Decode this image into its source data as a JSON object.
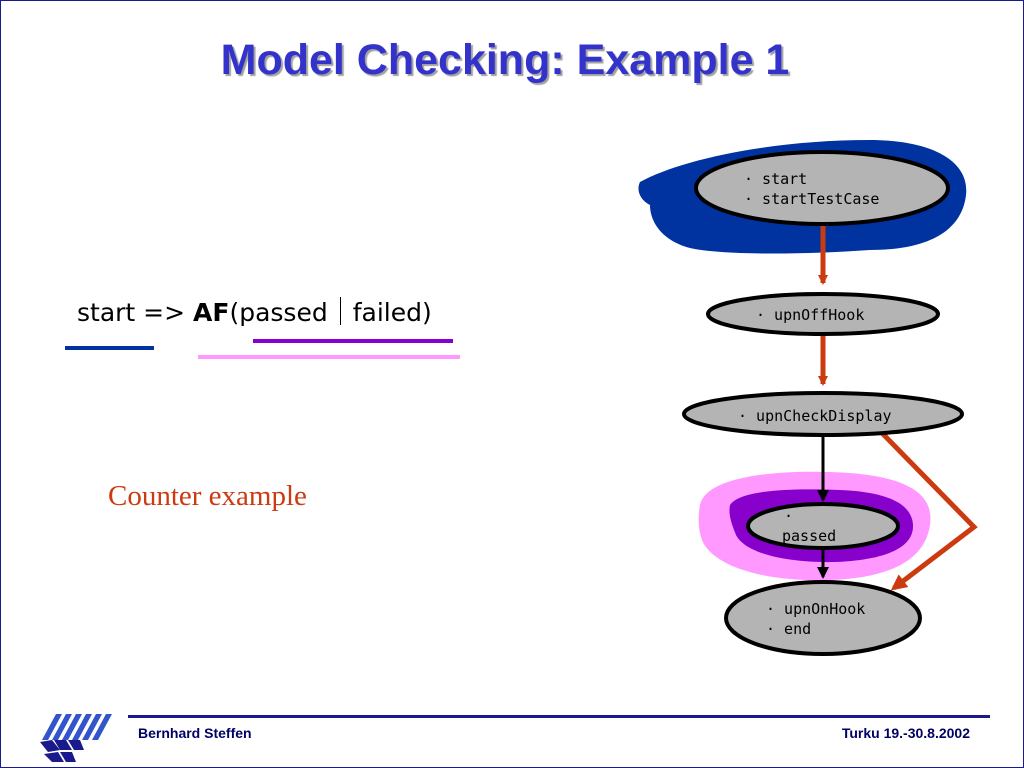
{
  "title": "Model Checking: Example 1",
  "formula": {
    "part1": "start => ",
    "bold": "AF",
    "open": "(passed",
    "close": "failed)"
  },
  "counter_label": "Counter example",
  "colors": {
    "title": "#3333cc",
    "start_highlight": "#0033a0",
    "af_highlight": "#8800cc",
    "passed_highlight": "#ff99ff",
    "counter_path": "#cc3a10",
    "node_fill": "#b4b4b4"
  },
  "nodes": [
    {
      "id": "n1",
      "lines": [
        "· start",
        "· startTestCase"
      ]
    },
    {
      "id": "n2",
      "lines": [
        "· upnOffHook"
      ]
    },
    {
      "id": "n3",
      "lines": [
        "· upnCheckDisplay"
      ]
    },
    {
      "id": "n4",
      "lines": [
        "·",
        "passed"
      ]
    },
    {
      "id": "n5",
      "lines": [
        "· upnOnHook",
        "· end"
      ]
    }
  ],
  "footer": {
    "author": "Bernhard Steffen",
    "event": "Turku 19.-30.8.2002"
  },
  "logo_icon": "university-logo-icon"
}
